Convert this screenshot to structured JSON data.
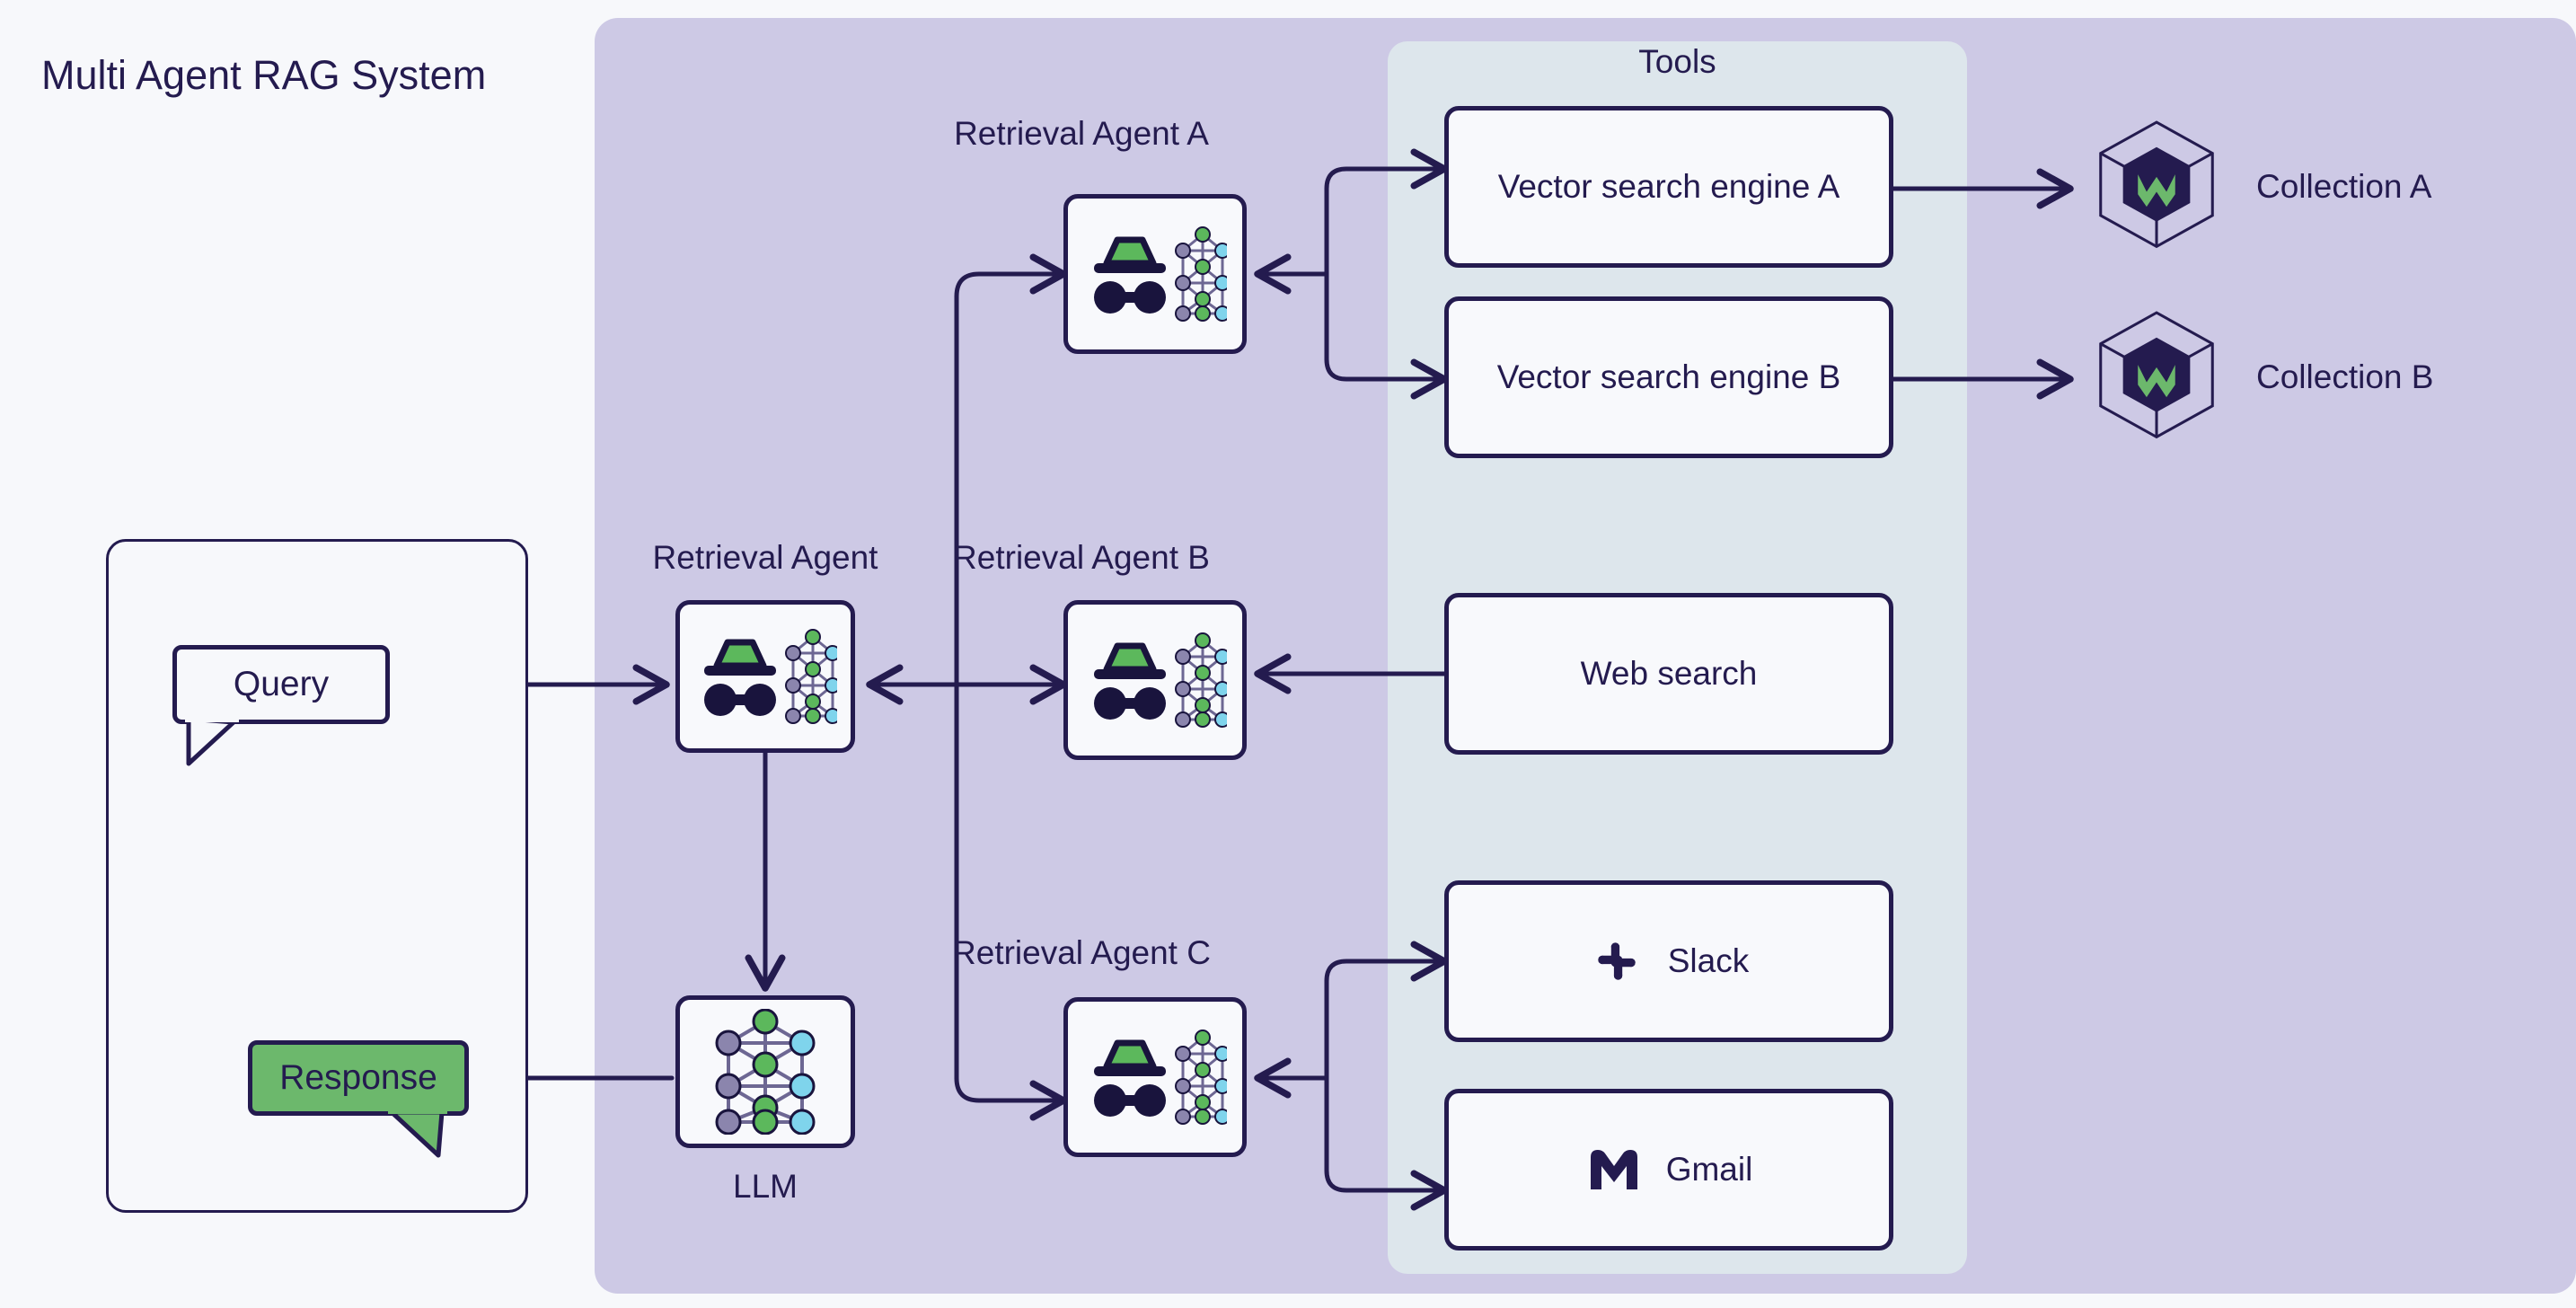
{
  "title": "Multi Agent RAG System",
  "colors": {
    "page_background": "#f7f8fb",
    "purple_panel": "#cdc9e5",
    "tools_panel": "#dde6ec",
    "ink": "#241b4f",
    "accent_green": "#6cb86c",
    "node_green": "#5cb85c",
    "node_purple": "#8b85ad",
    "node_cyan": "#7fd4ec",
    "box_fill": "#f8f9fc"
  },
  "client": {
    "query_label": "Query",
    "response_label": "Response"
  },
  "tools_panel": {
    "title": "Tools",
    "items": [
      {
        "label": "Vector search engine A",
        "icon": "none"
      },
      {
        "label": "Vector search engine B",
        "icon": "none"
      },
      {
        "label": "Web search",
        "icon": "none"
      },
      {
        "label": "Slack",
        "icon": "slack-icon"
      },
      {
        "label": "Gmail",
        "icon": "gmail-icon"
      }
    ]
  },
  "agents": {
    "orchestrator": {
      "label": "Retrieval Agent",
      "icon": "agent-icon"
    },
    "a": {
      "label": "Retrieval Agent A",
      "icon": "agent-icon"
    },
    "b": {
      "label": "Retrieval Agent B",
      "icon": "agent-icon"
    },
    "c": {
      "label": "Retrieval Agent C",
      "icon": "agent-icon"
    }
  },
  "llm": {
    "label": "LLM",
    "icon": "neural-network-icon"
  },
  "collections": [
    {
      "label": "Collection A",
      "icon": "weaviate-icon"
    },
    {
      "label": "Collection B",
      "icon": "weaviate-icon"
    }
  ]
}
